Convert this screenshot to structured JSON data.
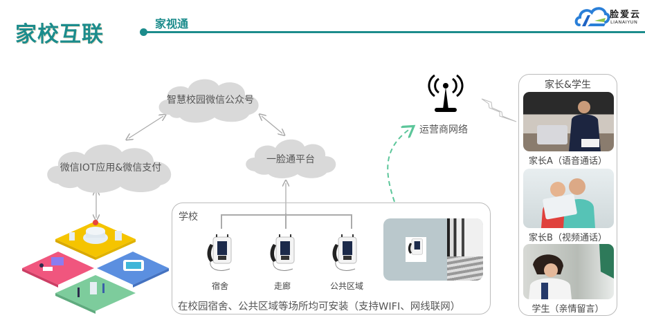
{
  "header": {
    "title": "家校互联",
    "subtitle": "家视通",
    "accent_color": "#1c8c8c"
  },
  "logo": {
    "name_cn": "脸爱云",
    "name_en": "LIANAIYUN",
    "icon": "cloud-logo-icon"
  },
  "clouds": {
    "wechat_official": "智慧校园微信公众号",
    "wechat_iot": "微信IOT应用&微信支付",
    "face_platform": "一脸通平台"
  },
  "network": {
    "label": "运营商网络",
    "icon": "signal-tower-icon",
    "link_color": "#5cc69a"
  },
  "school": {
    "label": "学校",
    "locations": [
      {
        "label": "宿舍",
        "icon": "wall-phone-icon"
      },
      {
        "label": "走廊",
        "icon": "wall-phone-icon"
      },
      {
        "label": "公共区域",
        "icon": "wall-phone-icon"
      }
    ],
    "note": "在校园宿舍、公共区域等场所均可安装（支持WIFI、网线联网）"
  },
  "parents_students": {
    "title": "家长&学生",
    "items": [
      {
        "caption": "家长A（语音通话）",
        "image": "parent-on-phone-photo"
      },
      {
        "caption": "家长B（视频通话）",
        "image": "parents-video-call-photo"
      },
      {
        "caption": "学生（亲情留言）",
        "image": "students-photo"
      }
    ]
  }
}
